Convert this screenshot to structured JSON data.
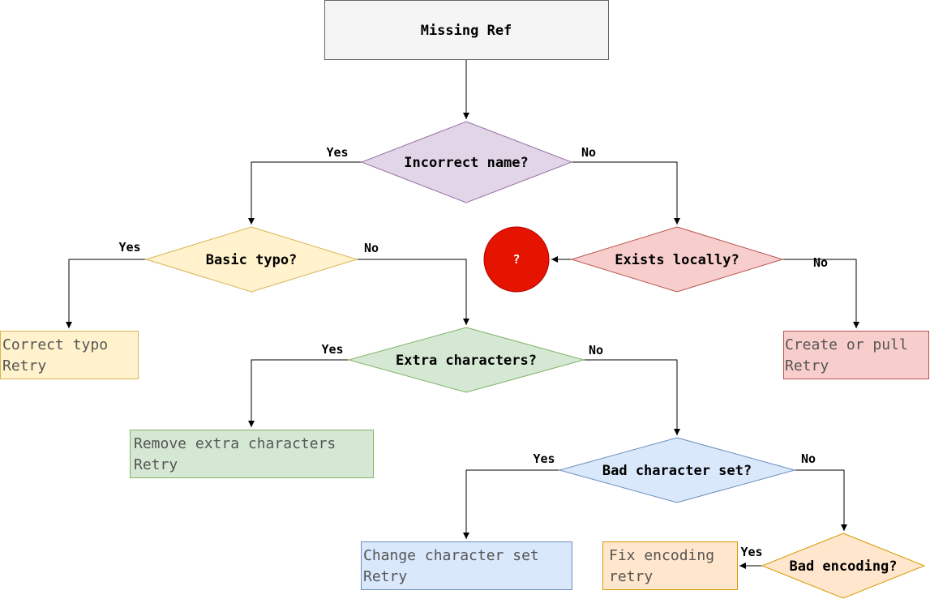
{
  "nodes": {
    "start": {
      "label": "Missing Ref"
    },
    "incorrect_name": {
      "label": "Incorrect name?"
    },
    "basic_typo": {
      "label": "Basic typo?"
    },
    "exists_locally": {
      "label": "Exists locally?"
    },
    "unknown": {
      "label": "?"
    },
    "extra_characters": {
      "label": "Extra characters?"
    },
    "bad_character_set": {
      "label": "Bad character set?"
    },
    "bad_encoding": {
      "label": "Bad encoding?"
    },
    "correct_typo": {
      "line1": "Correct typo",
      "line2": "Retry"
    },
    "create_or_pull": {
      "line1": "Create or pull",
      "line2": "Retry"
    },
    "remove_extra": {
      "line1": "Remove extra characters",
      "line2": "Retry"
    },
    "change_charset": {
      "line1": "Change character set",
      "line2": "Retry"
    },
    "fix_encoding": {
      "line1": "Fix encoding",
      "line2": "retry"
    }
  },
  "edges": {
    "incorrect_yes": "Yes",
    "incorrect_no": "No",
    "typo_yes": "Yes",
    "typo_no": "No",
    "exists_no": "No",
    "extra_yes": "Yes",
    "extra_no": "No",
    "charset_yes": "Yes",
    "charset_no": "No",
    "encoding_yes": "Yes"
  },
  "colors": {
    "start_fill": "#f5f5f5",
    "start_stroke": "#666666",
    "purple_fill": "#e1d5e7",
    "purple_stroke": "#9673a6",
    "yellow_fill": "#fff2cc",
    "yellow_stroke": "#d6b656",
    "red_fill": "#f8cecc",
    "red_stroke": "#b85450",
    "green_fill": "#d5e8d4",
    "green_stroke": "#82b366",
    "blue_fill": "#dae8fc",
    "blue_stroke": "#6c8ebf",
    "orange_fill": "#ffe6cc",
    "orange_stroke": "#d79b00",
    "alert_fill": "#e51400"
  }
}
